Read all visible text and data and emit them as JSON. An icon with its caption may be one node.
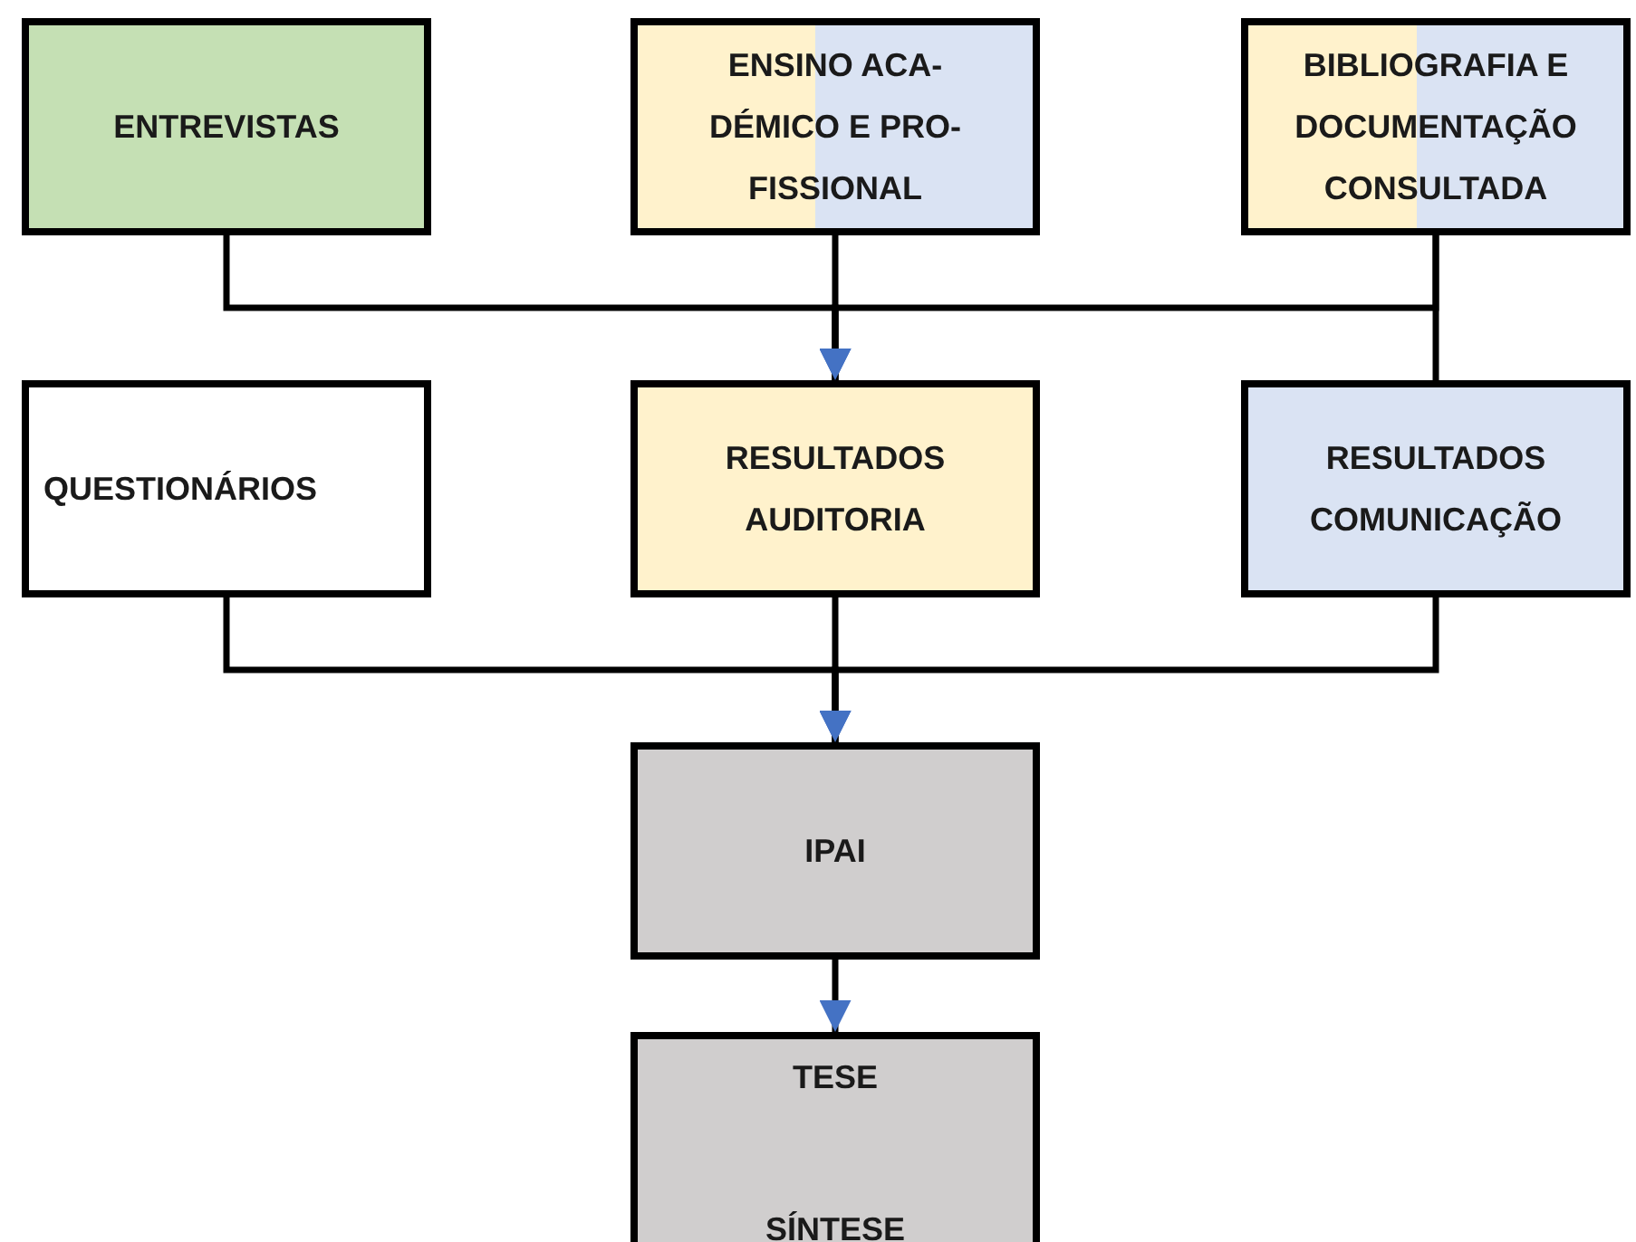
{
  "diagram": {
    "nodes": [
      {
        "text": [
          "ENTREVISTAS"
        ]
      },
      {
        "text": [
          "ENSINO ACA- DÉMICO E PRO- FISSIONAL"
        ]
      },
      {
        "text": [
          "BIBLIOGRAFIA E DOCUMENTAÇÃO CONSULTADA"
        ]
      },
      {
        "text": [
          "QUESTIONÁRIOS"
        ]
      },
      {
        "text": [
          "RESULTADOS AUDITORIA"
        ]
      },
      {
        "text": [
          "RESULTADOS COMUNICAÇÃO"
        ]
      },
      {
        "text": [
          "IPAI"
        ]
      },
      {
        "text": [
          "TESE",
          "SÍNTESE"
        ]
      }
    ],
    "edges": [
      {
        "from": 0,
        "to": 4,
        "arrow": "to"
      },
      {
        "from": 1,
        "to": 4,
        "arrow": "to"
      },
      {
        "from": 2,
        "to": 4,
        "arrow": "to"
      },
      {
        "from": 2,
        "to": 5,
        "arrow": "none"
      },
      {
        "from": 3,
        "to": 6,
        "arrow": "to"
      },
      {
        "from": 4,
        "to": 6,
        "arrow": "to"
      },
      {
        "from": 5,
        "to": 6,
        "arrow": "to"
      },
      {
        "from": 6,
        "to": 7,
        "arrow": "to"
      }
    ]
  }
}
